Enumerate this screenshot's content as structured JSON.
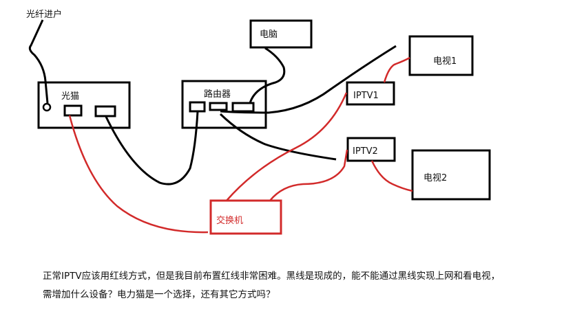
{
  "colors": {
    "black_wire": "#000000",
    "red_wire": "#d22a2a",
    "background": "#ffffff"
  },
  "labels": {
    "fiber_in": "光纤进户",
    "optical_modem": "光猫",
    "router": "路由器",
    "computer": "电脑",
    "tv1": "电视1",
    "tv2": "电视2",
    "iptv1": "IPTV1",
    "iptv2": "IPTV2",
    "switch": "交换机"
  },
  "caption": {
    "line1": "正常IPTV应该用红线方式，但是我目前布置红线非常困难。黑线是现成的，能不能通过黑线实现上网和看电视，",
    "line2": "需增加什么设备？电力猫是一个选择，还有其它方式吗？"
  },
  "legend_semantics": {
    "red_line": "IPTV wiring (desired)",
    "black_line": "existing wiring"
  }
}
